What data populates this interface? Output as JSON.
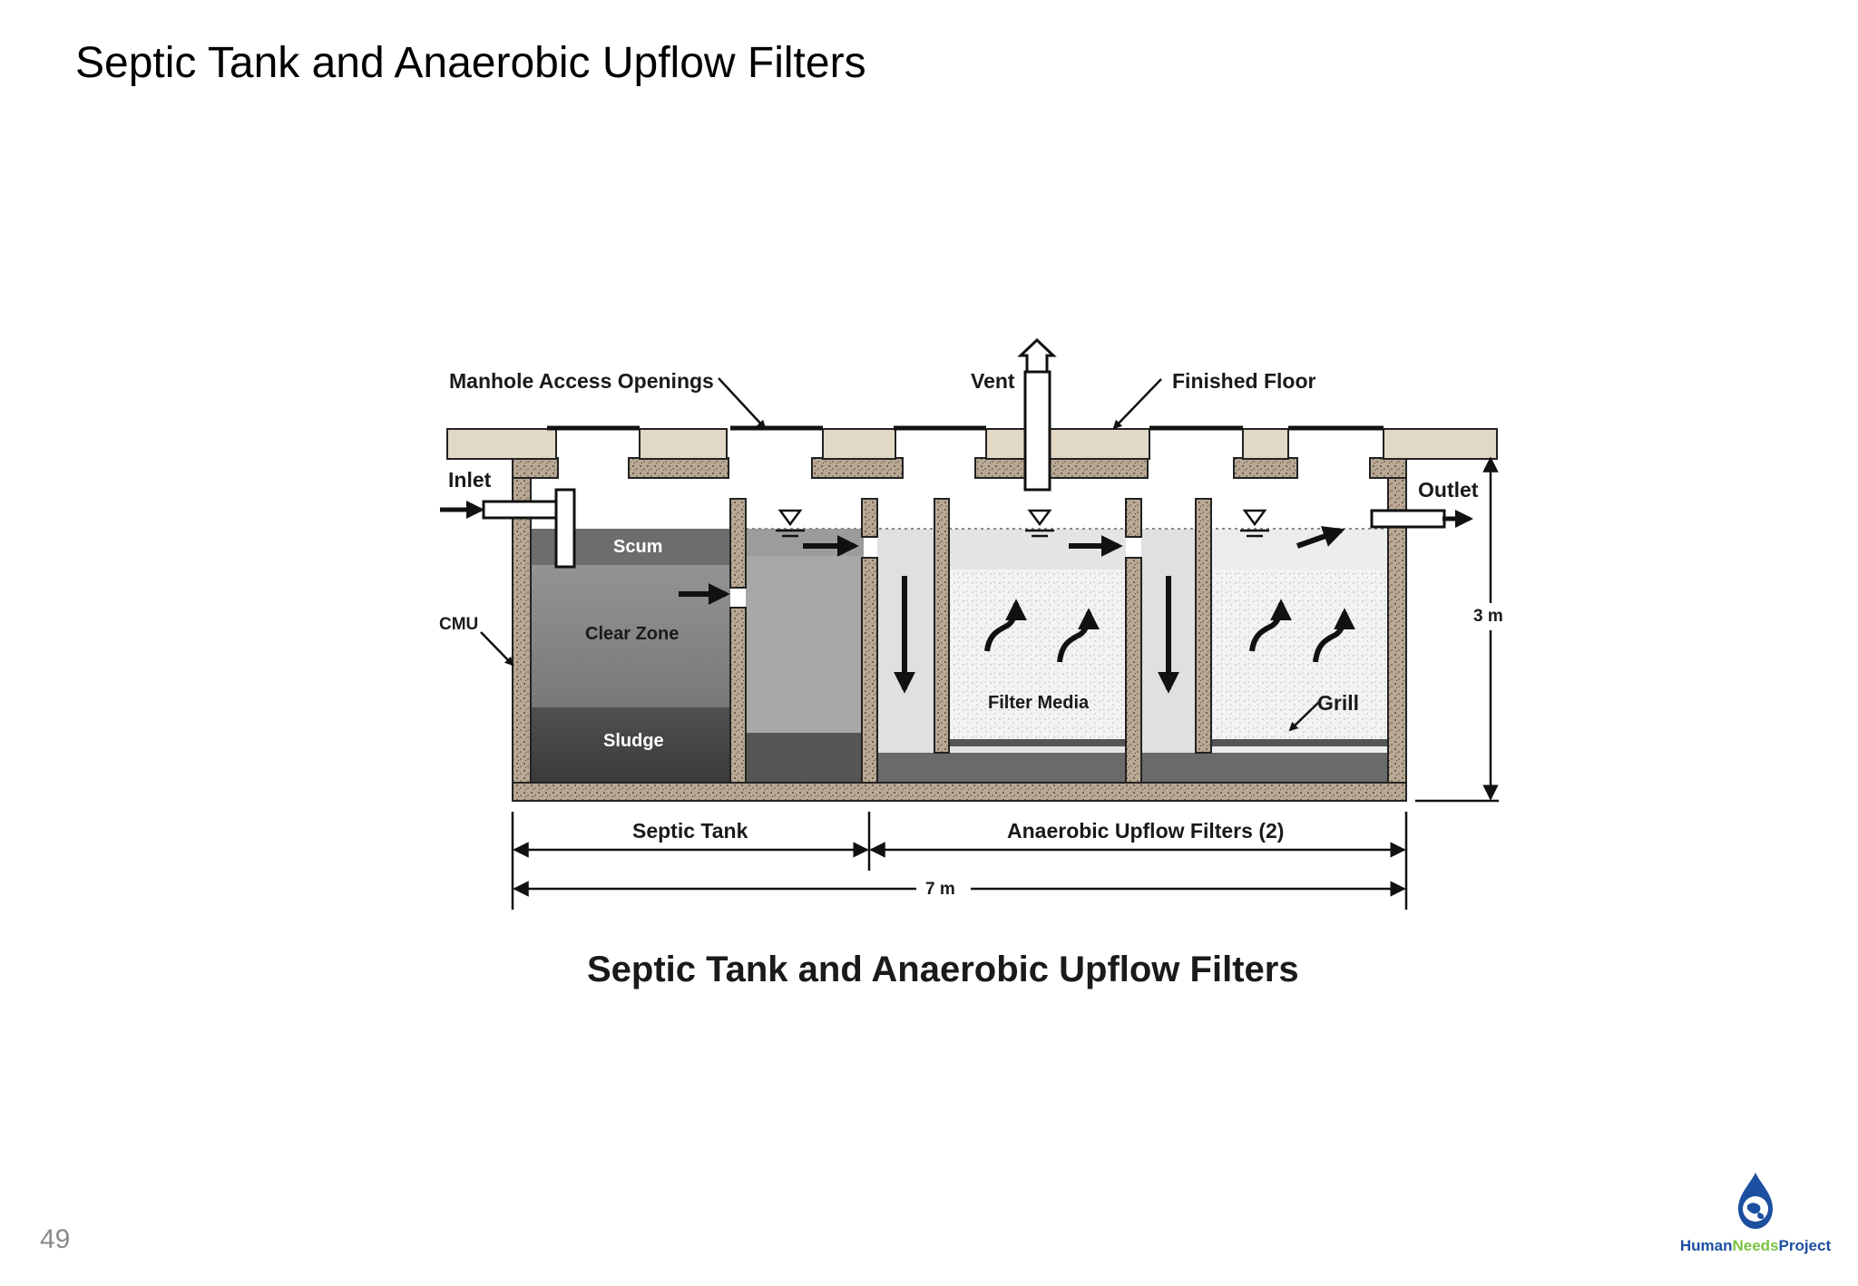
{
  "slide": {
    "title": "Septic Tank and Anaerobic Upflow Filters",
    "page_number": "49"
  },
  "diagram": {
    "caption": "Septic Tank and Anaerobic Upflow Filters",
    "labels": {
      "manhole": "Manhole Access Openings",
      "vent": "Vent",
      "finished_floor": "Finished Floor",
      "inlet": "Inlet",
      "outlet": "Outlet",
      "cmu": "CMU",
      "scum": "Scum",
      "clear_zone": "Clear Zone",
      "sludge": "Sludge",
      "filter_media": "Filter Media",
      "grill": "Grill",
      "septic_tank": "Septic Tank",
      "anaerobic_filters": "Anaerobic Upflow Filters (2)",
      "width_dim": "7 m",
      "height_dim": "3 m"
    }
  },
  "logo": {
    "part1": "Human",
    "part2": "Needs",
    "part3": "Project"
  },
  "colors": {
    "wall": "#b5a592",
    "slab": "#e2d8c6",
    "water_dark": "#5e5e5e",
    "water_light": "#d8d8d8",
    "logo_blue": "#1c4fa0",
    "logo_green": "#7cc242"
  }
}
